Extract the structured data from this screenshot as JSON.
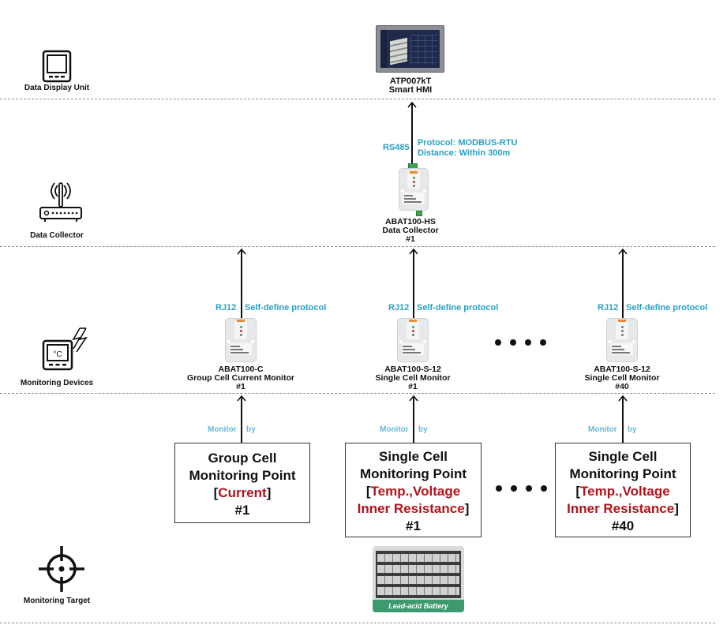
{
  "tiers": [
    {
      "label": "Data Display Unit",
      "icon": "display-unit-icon"
    },
    {
      "label": "Data Collector",
      "icon": "router-antenna-icon"
    },
    {
      "label": "Monitoring Devices",
      "icon": "thermostat-lightning-icon",
      "icon_text": "°C"
    },
    {
      "label": "Monitoring Target",
      "icon": "crosshair-target-icon"
    }
  ],
  "hmi": {
    "name": "ATP007kT",
    "subtitle": "Smart HMI"
  },
  "collector_link": {
    "interface": "RS485",
    "protocol": "Protocol: MODBUS-RTU",
    "distance": "Distance: Within 300m"
  },
  "collector": {
    "name": "ABAT100-HS",
    "subtitle": "Data Collector",
    "index": "#1"
  },
  "monitors": [
    {
      "interface": "RJ12",
      "protocol": "Self-define protocol",
      "name": "ABAT100-C",
      "subtitle": "Group Cell Current Monitor",
      "index": "#1"
    },
    {
      "interface": "RJ12",
      "protocol": "Self-define protocol",
      "name": "ABAT100-S-12",
      "subtitle": "Single Cell Monitor",
      "index": "#1"
    },
    {
      "interface": "RJ12",
      "protocol": "Self-define protocol",
      "name": "ABAT100-S-12",
      "subtitle": "Single Cell Monitor",
      "index": "#40"
    }
  ],
  "monitor_by": {
    "left": "Monitor",
    "right": "by"
  },
  "points": [
    {
      "line1": "Group Cell",
      "line2": "Monitoring Point",
      "open": "[",
      "param1": "Current",
      "param2": "",
      "close": "]",
      "index": "#1"
    },
    {
      "line1": "Single Cell",
      "line2": "Monitoring Point",
      "open": "[",
      "param1": "Temp.,Voltage",
      "param2": "Inner Resistance",
      "close": "]",
      "index": "#1"
    },
    {
      "line1": "Single Cell",
      "line2": "Monitoring Point",
      "open": "[",
      "param1": "Temp.,Voltage",
      "param2": "Inner Resistance",
      "close": "]",
      "index": "#40"
    }
  ],
  "battery": {
    "caption": "Lead-acid Battery"
  },
  "ellipsis": "....",
  "colors": {
    "link_blue": "#2aa0c6",
    "monitor_blue": "#69b8d6",
    "param_red": "#b5121b",
    "divider": "#8a8a8a"
  }
}
